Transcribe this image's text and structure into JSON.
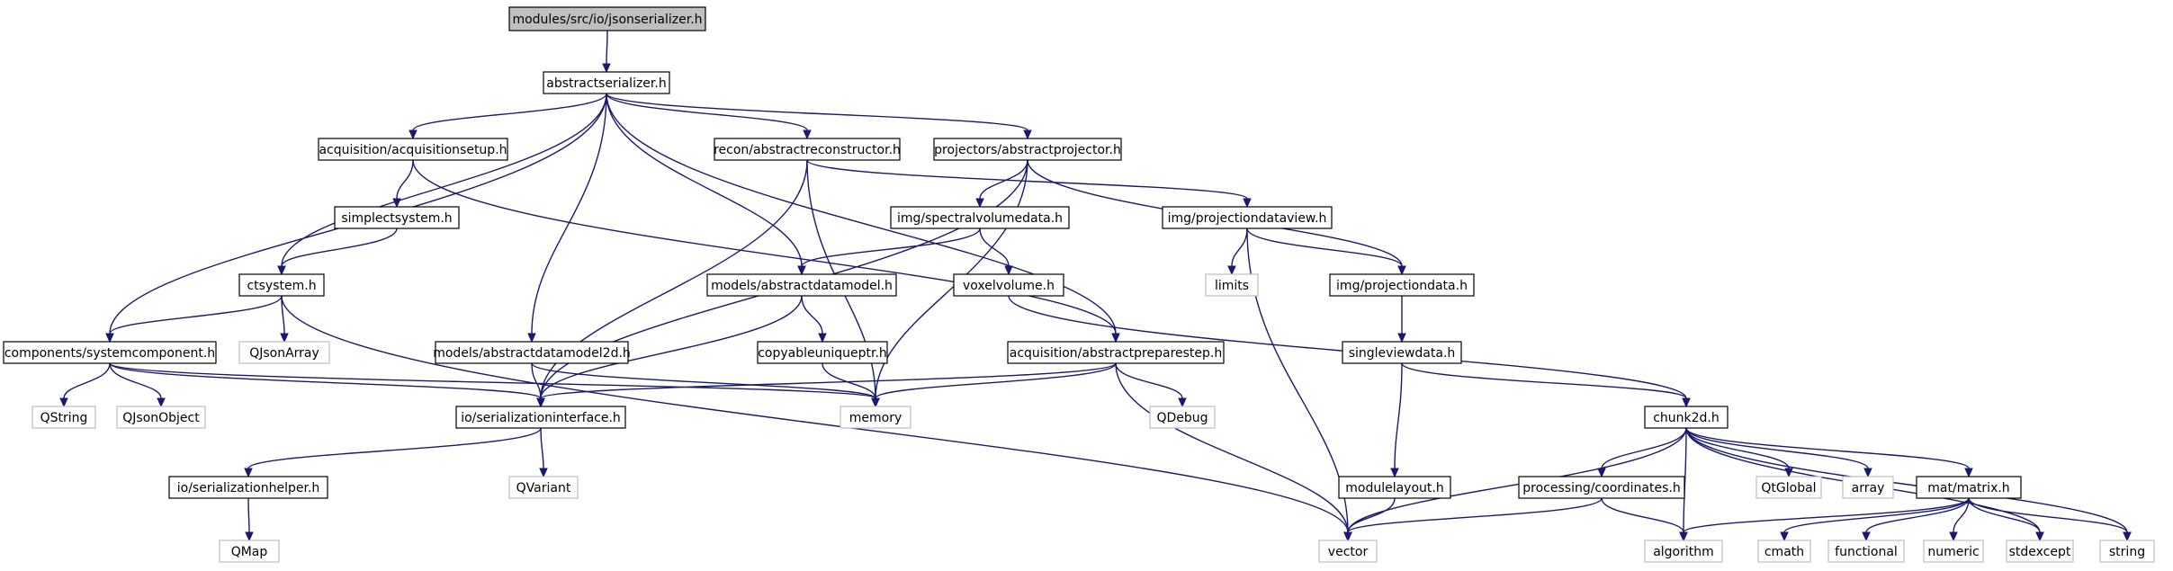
{
  "colors": {
    "edge": "#191970",
    "root_fill": "#bfbfbf",
    "external_border": "#bfbfbf",
    "internal_border": "#000000"
  },
  "nodes": [
    {
      "id": "root",
      "label": "modules/src/io/jsonserializer.h",
      "kind": "root"
    },
    {
      "id": "abstractserializer",
      "label": "abstractserializer.h",
      "kind": "internal"
    },
    {
      "id": "acqsetup",
      "label": "acquisition/acquisitionsetup.h",
      "kind": "internal"
    },
    {
      "id": "abstractreconstructor",
      "label": "recon/abstractreconstructor.h",
      "kind": "internal"
    },
    {
      "id": "abstractprojector",
      "label": "projectors/abstractprojector.h",
      "kind": "internal"
    },
    {
      "id": "simplectsystem",
      "label": "simplectsystem.h",
      "kind": "internal"
    },
    {
      "id": "spectralvolumedata",
      "label": "img/spectralvolumedata.h",
      "kind": "internal"
    },
    {
      "id": "projectiondataview",
      "label": "img/projectiondataview.h",
      "kind": "internal"
    },
    {
      "id": "ctsystem",
      "label": "ctsystem.h",
      "kind": "internal"
    },
    {
      "id": "abstractdatamodel",
      "label": "models/abstractdatamodel.h",
      "kind": "internal"
    },
    {
      "id": "voxelvolume",
      "label": "voxelvolume.h",
      "kind": "internal"
    },
    {
      "id": "limits",
      "label": "limits",
      "kind": "external"
    },
    {
      "id": "projectiondata",
      "label": "img/projectiondata.h",
      "kind": "internal"
    },
    {
      "id": "qjsonarray",
      "label": "QJsonArray",
      "kind": "external"
    },
    {
      "id": "systemcomponent",
      "label": "components/systemcomponent.h",
      "kind": "internal"
    },
    {
      "id": "abstractdatamodel2d",
      "label": "models/abstractdatamodel2d.h",
      "kind": "internal"
    },
    {
      "id": "copyableuniqueptr",
      "label": "copyableuniqueptr.h",
      "kind": "internal"
    },
    {
      "id": "abstractpreparestep",
      "label": "acquisition/abstractpreparestep.h",
      "kind": "internal"
    },
    {
      "id": "singleviewdata",
      "label": "singleviewdata.h",
      "kind": "internal"
    },
    {
      "id": "qstring",
      "label": "QString",
      "kind": "external"
    },
    {
      "id": "qjsonobject",
      "label": "QJsonObject",
      "kind": "external"
    },
    {
      "id": "serializationinterface",
      "label": "io/serializationinterface.h",
      "kind": "internal"
    },
    {
      "id": "memory",
      "label": "memory",
      "kind": "external"
    },
    {
      "id": "qdebug",
      "label": "QDebug",
      "kind": "external"
    },
    {
      "id": "chunk2d",
      "label": "chunk2d.h",
      "kind": "internal"
    },
    {
      "id": "serializationhelper",
      "label": "io/serializationhelper.h",
      "kind": "internal"
    },
    {
      "id": "qvariant",
      "label": "QVariant",
      "kind": "external"
    },
    {
      "id": "modulelayout",
      "label": "modulelayout.h",
      "kind": "internal"
    },
    {
      "id": "coordinates",
      "label": "processing/coordinates.h",
      "kind": "internal"
    },
    {
      "id": "qtglobal",
      "label": "QtGlobal",
      "kind": "external"
    },
    {
      "id": "array",
      "label": "array",
      "kind": "external"
    },
    {
      "id": "matrix",
      "label": "mat/matrix.h",
      "kind": "internal"
    },
    {
      "id": "qmap",
      "label": "QMap",
      "kind": "external"
    },
    {
      "id": "vector",
      "label": "vector",
      "kind": "external"
    },
    {
      "id": "algorithm",
      "label": "algorithm",
      "kind": "external"
    },
    {
      "id": "cmath",
      "label": "cmath",
      "kind": "external"
    },
    {
      "id": "functional",
      "label": "functional",
      "kind": "external"
    },
    {
      "id": "numeric",
      "label": "numeric",
      "kind": "external"
    },
    {
      "id": "stdexcept",
      "label": "stdexcept",
      "kind": "external"
    },
    {
      "id": "string",
      "label": "string",
      "kind": "external"
    }
  ],
  "edges": [
    [
      "root",
      "abstractserializer"
    ],
    [
      "abstractserializer",
      "acqsetup"
    ],
    [
      "abstractserializer",
      "abstractreconstructor"
    ],
    [
      "abstractserializer",
      "abstractprojector"
    ],
    [
      "abstractserializer",
      "ctsystem"
    ],
    [
      "abstractserializer",
      "systemcomponent"
    ],
    [
      "abstractserializer",
      "abstractdatamodel2d"
    ],
    [
      "abstractserializer",
      "abstractdatamodel"
    ],
    [
      "abstractserializer",
      "abstractpreparestep"
    ],
    [
      "acqsetup",
      "simplectsystem"
    ],
    [
      "acqsetup",
      "abstractpreparestep"
    ],
    [
      "simplectsystem",
      "ctsystem"
    ],
    [
      "ctsystem",
      "systemcomponent"
    ],
    [
      "ctsystem",
      "qjsonarray"
    ],
    [
      "ctsystem",
      "vector"
    ],
    [
      "systemcomponent",
      "qstring"
    ],
    [
      "systemcomponent",
      "qjsonobject"
    ],
    [
      "systemcomponent",
      "serializationinterface"
    ],
    [
      "systemcomponent",
      "memory"
    ],
    [
      "abstractreconstructor",
      "serializationinterface"
    ],
    [
      "abstractreconstructor",
      "memory"
    ],
    [
      "abstractreconstructor",
      "projectiondataview"
    ],
    [
      "abstractprojector",
      "spectralvolumedata"
    ],
    [
      "abstractprojector",
      "projectiondata"
    ],
    [
      "abstractprojector",
      "serializationinterface"
    ],
    [
      "abstractprojector",
      "memory"
    ],
    [
      "spectralvolumedata",
      "abstractdatamodel"
    ],
    [
      "spectralvolumedata",
      "voxelvolume"
    ],
    [
      "projectiondataview",
      "limits"
    ],
    [
      "projectiondataview",
      "projectiondata"
    ],
    [
      "projectiondataview",
      "vector"
    ],
    [
      "abstractdatamodel",
      "copyableuniqueptr"
    ],
    [
      "abstractdatamodel",
      "serializationinterface"
    ],
    [
      "voxelvolume",
      "chunk2d"
    ],
    [
      "projectiondata",
      "singleviewdata"
    ],
    [
      "abstractdatamodel2d",
      "serializationinterface"
    ],
    [
      "abstractdatamodel2d",
      "memory"
    ],
    [
      "copyableuniqueptr",
      "memory"
    ],
    [
      "abstractpreparestep",
      "serializationinterface"
    ],
    [
      "abstractpreparestep",
      "memory"
    ],
    [
      "abstractpreparestep",
      "qdebug"
    ],
    [
      "abstractpreparestep",
      "vector"
    ],
    [
      "singleviewdata",
      "chunk2d"
    ],
    [
      "singleviewdata",
      "modulelayout"
    ],
    [
      "serializationinterface",
      "serializationhelper"
    ],
    [
      "serializationinterface",
      "qvariant"
    ],
    [
      "serializationhelper",
      "qmap"
    ],
    [
      "modulelayout",
      "vector"
    ],
    [
      "chunk2d",
      "vector"
    ],
    [
      "chunk2d",
      "coordinates"
    ],
    [
      "chunk2d",
      "algorithm"
    ],
    [
      "chunk2d",
      "qtglobal"
    ],
    [
      "chunk2d",
      "array"
    ],
    [
      "chunk2d",
      "matrix"
    ],
    [
      "chunk2d",
      "stdexcept"
    ],
    [
      "chunk2d",
      "string"
    ],
    [
      "coordinates",
      "vector"
    ],
    [
      "coordinates",
      "algorithm"
    ],
    [
      "matrix",
      "algorithm"
    ],
    [
      "matrix",
      "cmath"
    ],
    [
      "matrix",
      "functional"
    ],
    [
      "matrix",
      "numeric"
    ],
    [
      "matrix",
      "stdexcept"
    ],
    [
      "matrix",
      "string"
    ]
  ]
}
